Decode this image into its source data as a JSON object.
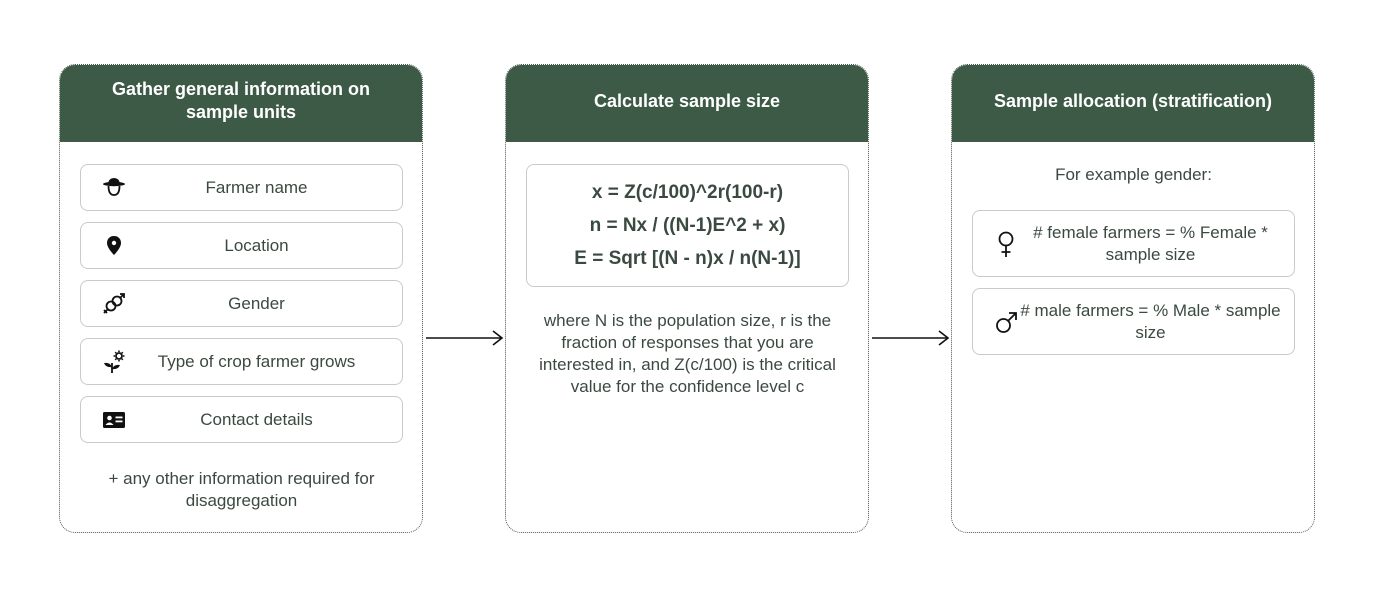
{
  "steps": [
    {
      "title": "Gather general information on sample units",
      "items": [
        {
          "icon": "farmer-icon",
          "label": "Farmer name"
        },
        {
          "icon": "location-pin-icon",
          "label": "Location"
        },
        {
          "icon": "gender-icon",
          "label": "Gender"
        },
        {
          "icon": "crop-icon",
          "label": "Type of crop farmer grows"
        },
        {
          "icon": "contact-card-icon",
          "label": "Contact details"
        }
      ],
      "note": "+ any other information required for disaggregation"
    },
    {
      "title": "Calculate sample size",
      "formulas": [
        "x = Z(c/100)^2r(100-r)",
        "n = Nx / ((N-1)E^2 + x)",
        "E = Sqrt [(N - n)x / n(N-1)]"
      ],
      "note": "where N is the population size, r is the fraction of responses that you are interested in, and Z(c/100) is the critical value for the confidence level c"
    },
    {
      "title": "Sample allocation (stratification)",
      "intro": "For example gender:",
      "items": [
        {
          "icon": "female-symbol-icon",
          "label": "# female farmers = % Female * sample size"
        },
        {
          "icon": "male-symbol-icon",
          "label": "# male farmers = % Male * sample size"
        }
      ]
    }
  ],
  "colors": {
    "header": "#3c5a45",
    "text": "#3b4a40",
    "border": "#c8ccc9"
  }
}
